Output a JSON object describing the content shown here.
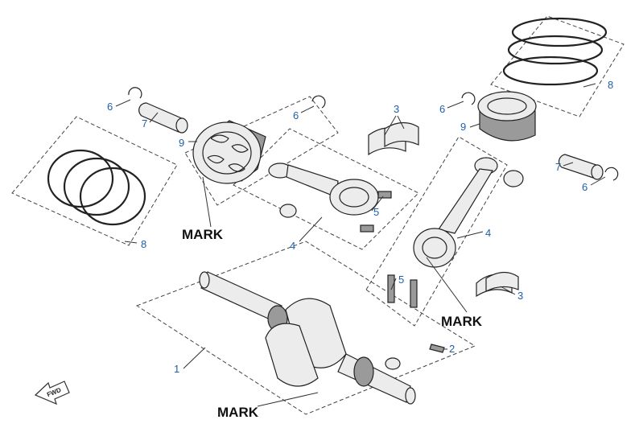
{
  "callouts": {
    "c1": "1",
    "c2": "2",
    "c3a": "3",
    "c3b": "3",
    "c4a": "4",
    "c4b": "4",
    "c5a": "5",
    "c5b": "5",
    "c6a": "6",
    "c6b": "6",
    "c6c": "6",
    "c6d": "6",
    "c7a": "7",
    "c7b": "7",
    "c8a": "8",
    "c8b": "8",
    "c9a": "9",
    "c9b": "9"
  },
  "marks": {
    "m1": "MARK",
    "m2": "MARK",
    "m3": "MARK"
  },
  "fwd_label": "FWD"
}
